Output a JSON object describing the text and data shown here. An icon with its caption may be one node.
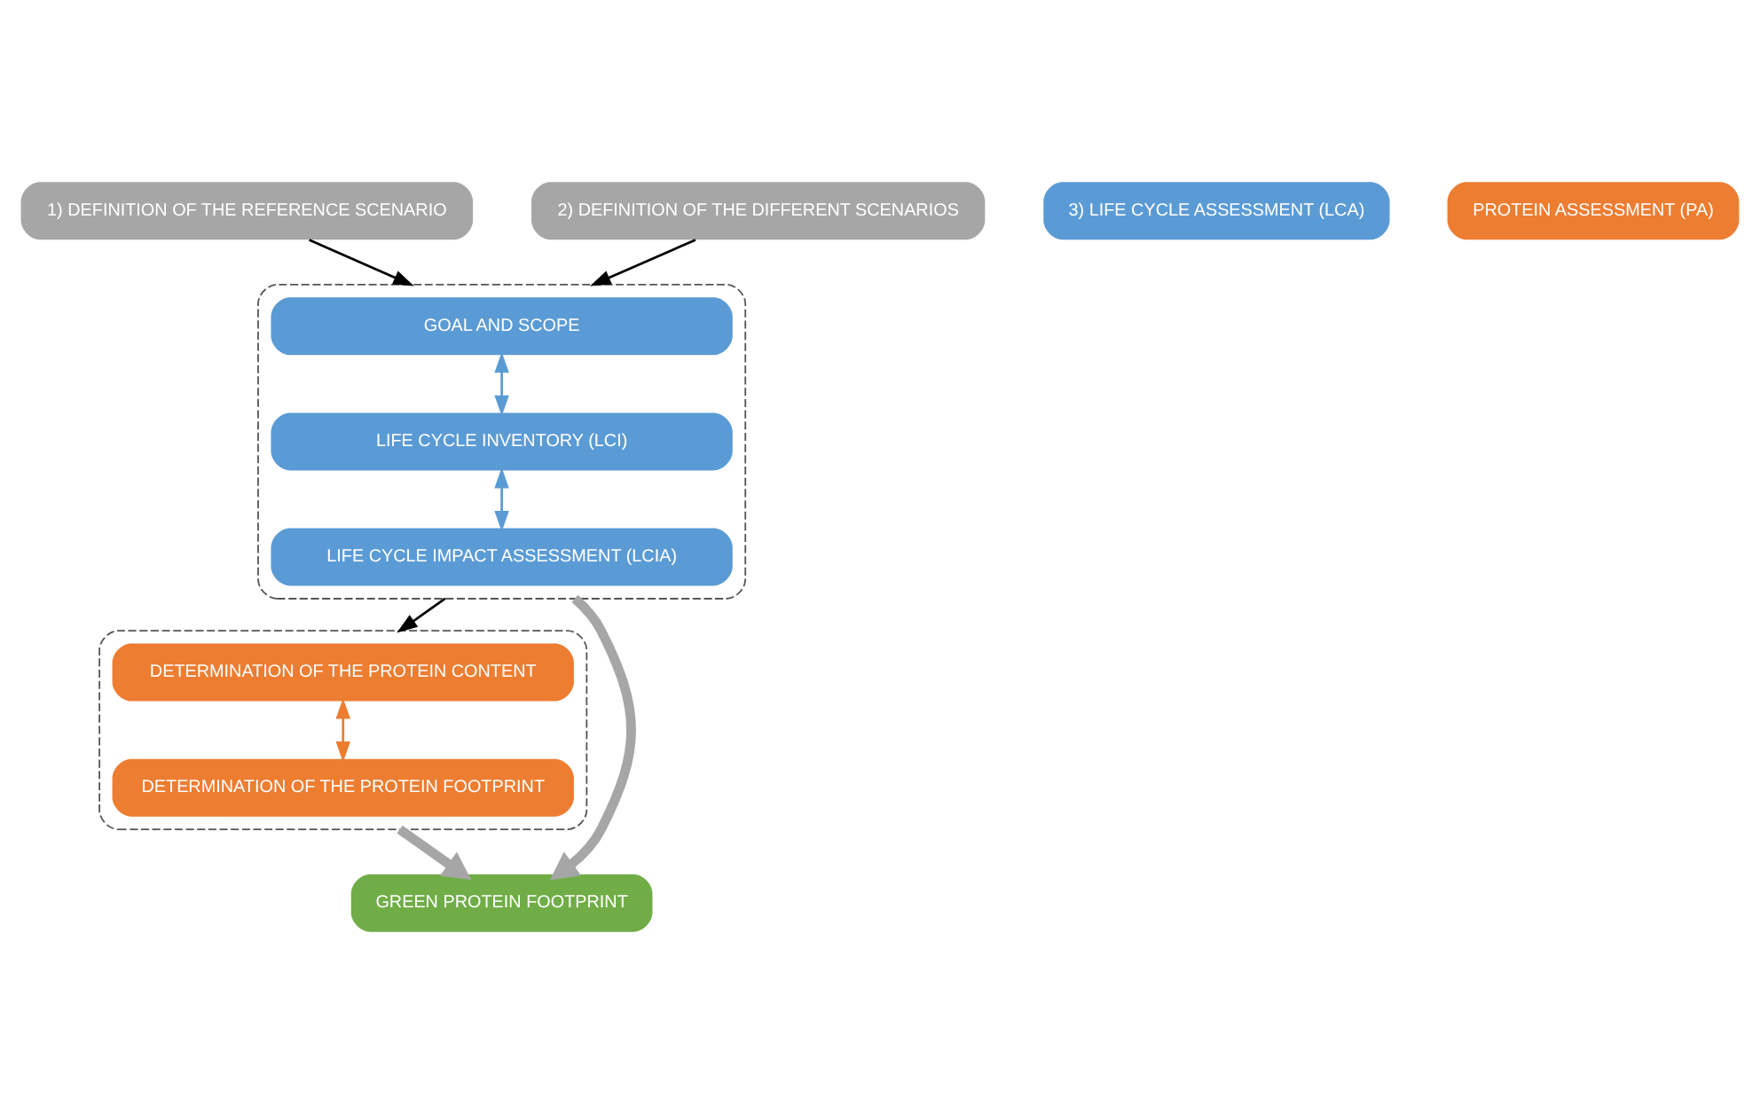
{
  "diagram": {
    "nodes": [
      {
        "text": [
          "1) DEFINITION OF THE REFERENCE SCENARIO"
        ]
      },
      {
        "text": [
          "2) DEFINITION OF THE DIFFERENT SCENARIOS"
        ]
      },
      {
        "text": [
          "3) LIFE CYCLE ASSESSMENT (LCA)"
        ]
      },
      {
        "text": [],
        "shape": "box"
      },
      {
        "text": [
          "GOAL AND SCOPE"
        ],
        "in": 3
      },
      {
        "text": [
          "LIFE CYCLE INVENTORY (LCI)"
        ],
        "in": 3
      },
      {
        "text": [
          "LIFE CYCLE IMPACT ASSESSMENT (LCIA)"
        ],
        "in": 3
      },
      {
        "text": [
          "PROTEIN ASSESSMENT (PA)"
        ]
      },
      {
        "text": [],
        "shape": "box"
      },
      {
        "text": [
          "DETERMINATION OF THE PROTEIN CONTENT"
        ],
        "in": 8
      },
      {
        "text": [
          "DETERMINATION OF THE PROTEIN FOOTPRINT"
        ],
        "in": 8
      },
      {
        "text": [
          "GREEN PROTEIN FOOTPRINT"
        ]
      }
    ],
    "edges": [
      {
        "from": 0,
        "to": 3,
        "arrow": "to"
      },
      {
        "from": 1,
        "to": 3,
        "arrow": "to"
      },
      {
        "from": 4,
        "to": 5,
        "arrow": "both",
        "color": "#5b9bd5"
      },
      {
        "from": 5,
        "to": 6,
        "arrow": "both",
        "color": "#5b9bd5"
      },
      {
        "from": 3,
        "to": 8,
        "arrow": "to"
      },
      {
        "from": 9,
        "to": 10,
        "arrow": "both",
        "color": "#ed7d31"
      },
      {
        "from": 3,
        "to": 11,
        "arrow": "to",
        "color": "#a6a6a6",
        "style": "thick"
      },
      {
        "from": 8,
        "to": 11,
        "arrow": "to",
        "color": "#a6a6a6",
        "style": "thick"
      }
    ]
  }
}
